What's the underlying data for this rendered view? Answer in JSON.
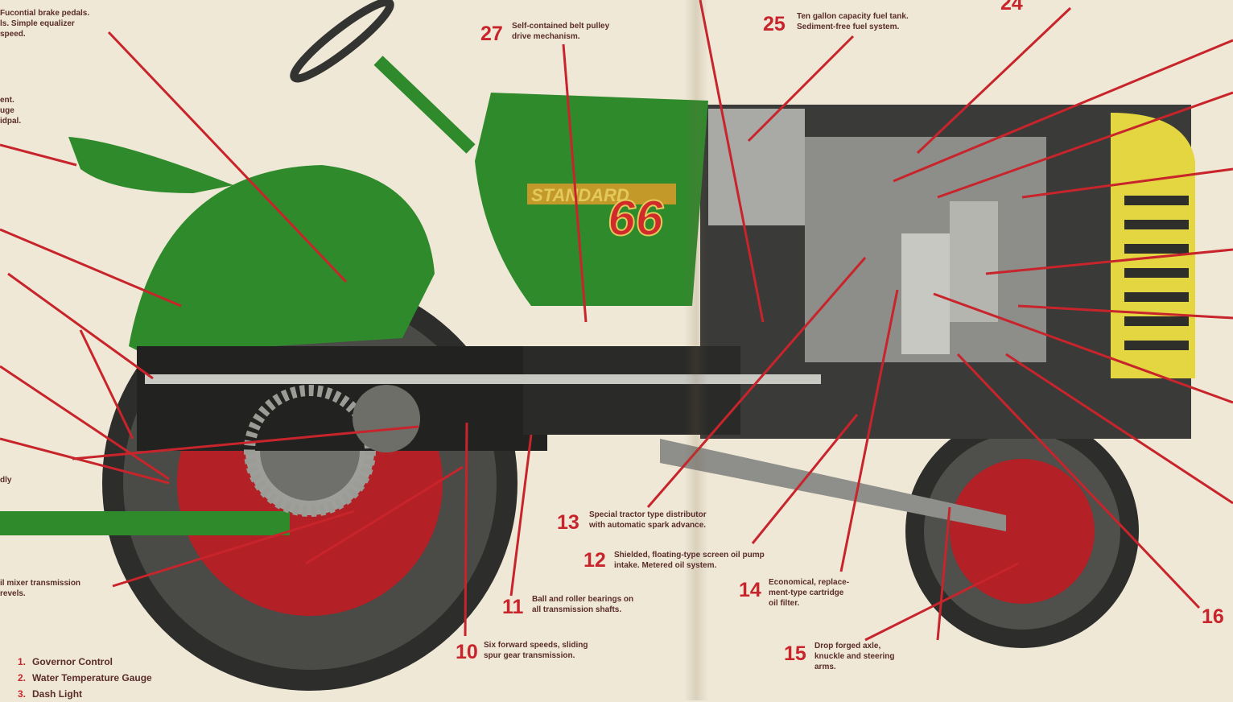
{
  "brand": {
    "nameplate": "STANDARD",
    "model": "66"
  },
  "colors": {
    "paper": "#efe8d6",
    "tractor_green": "#2f8a2c",
    "callout_red": "#c8242b",
    "hood_yellow": "#e3d640",
    "wheel_red": "#b32025",
    "body_grey": "#8d8d8a"
  },
  "callouts": [
    {
      "number": "27",
      "text": "Self-contained belt pulley\ndrive mechanism."
    },
    {
      "number": "25",
      "text": "Ten gallon capacity fuel tank.\nSediment-free fuel system."
    },
    {
      "number": "24",
      "text": ""
    },
    {
      "number": "13",
      "text": "Special tractor type distributor\nwith automatic spark advance."
    },
    {
      "number": "12",
      "text": "Shielded, floating-type screen oil pump\nintake. Metered oil system."
    },
    {
      "number": "14",
      "text": "Economical, replace-\nment-type cartridge\noil filter."
    },
    {
      "number": "11",
      "text": "Ball and roller bearings on\nall transmission shafts."
    },
    {
      "number": "10",
      "text": "Six forward speeds, sliding\nspur gear transmission."
    },
    {
      "number": "15",
      "text": "Drop forged axle,\nknuckle and steering\narms."
    },
    {
      "number": "16",
      "text": ""
    }
  ],
  "edge_text": {
    "top_left": "Fucontial brake pedals.\nls. Simple equalizer\nspeed.",
    "left_mid": "ent.\nuge\nidpal.",
    "left_low": "dly",
    "bottom_left": "il mixer transmission\nrevels."
  },
  "legend": [
    {
      "number": "1.",
      "label": "Governor Control"
    },
    {
      "number": "2.",
      "label": "Water Temperature Gauge"
    },
    {
      "number": "3.",
      "label": "Dash Light"
    }
  ]
}
